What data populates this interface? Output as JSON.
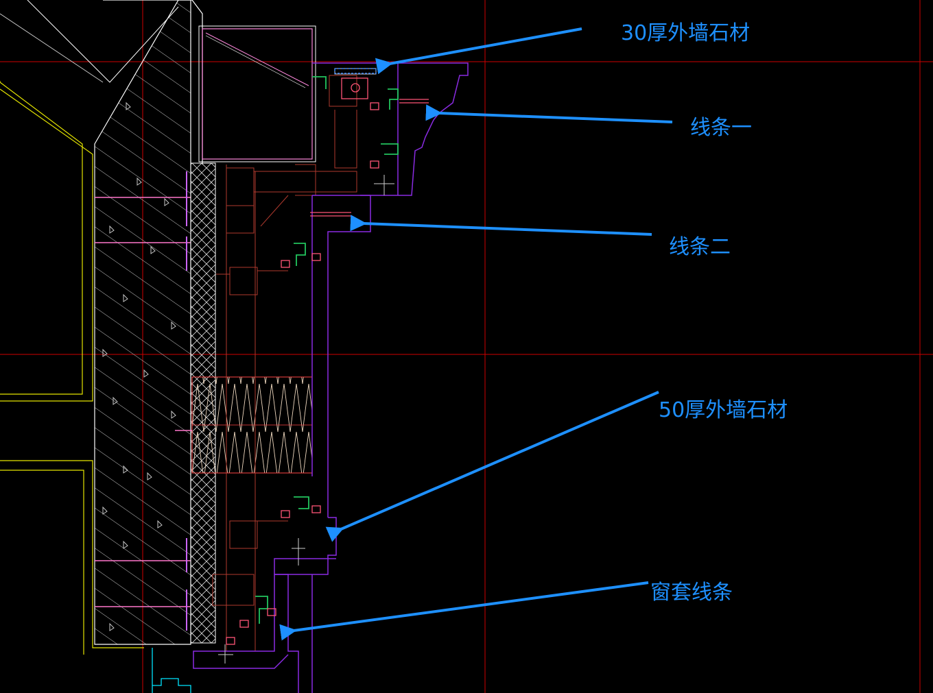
{
  "colors": {
    "background": "#000000",
    "grid": "#d00000",
    "annotation": "#1e90ff",
    "stone": "#8a2be2",
    "steel": "#b03a2e",
    "bracket": "#22c55e",
    "bolt": "#ff5577",
    "structure": "#ffffff",
    "hatch": "#c8c8c8",
    "outline": "#e6e600",
    "insulation": "#f0d9c0",
    "cyan": "#00e5ff"
  },
  "annotations": [
    {
      "id": "stone-30",
      "text": "30厚外墙石材"
    },
    {
      "id": "line-1",
      "text": "线条一"
    },
    {
      "id": "line-2",
      "text": "线条二"
    },
    {
      "id": "stone-50",
      "text": "50厚外墙石材"
    },
    {
      "id": "window-trim",
      "text": "窗套线条"
    }
  ]
}
